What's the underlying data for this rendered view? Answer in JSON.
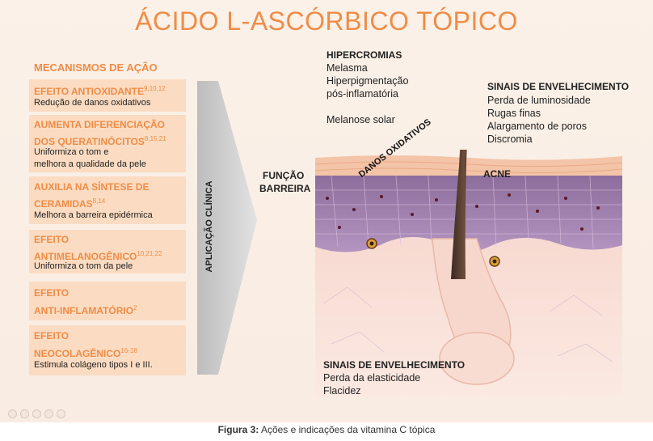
{
  "title": "ÁCIDO L-ASCÓRBICO TÓPICO",
  "mechanisms": {
    "heading": "MECANISMOS DE AÇÃO",
    "items": [
      {
        "title_lines": [
          "EFEITO ANTIOXIDANTE"
        ],
        "refs": "9,10,12",
        "desc_lines": [
          "Redução de danos oxidativos"
        ]
      },
      {
        "title_lines": [
          "AUMENTA DIFERENCIAÇÃO",
          "DOS QUERATINÓCITOS"
        ],
        "refs": "8,15,21",
        "desc_lines": [
          "Uniformiza o tom e",
          "melhora a qualidade da pele"
        ]
      },
      {
        "title_lines": [
          "AUXILIA NA SÍNTESE DE",
          "CERAMIDAS"
        ],
        "refs": "8,14",
        "desc_lines": [
          "Melhora a barreira epidérmica"
        ]
      },
      {
        "title_lines": [
          "EFEITO",
          "ANTIMELANOGÊNICO"
        ],
        "refs": "10,21,22",
        "desc_lines": [
          "Uniformiza o tom da pele"
        ]
      },
      {
        "title_lines": [
          "EFEITO",
          "ANTI-INFLAMATÓRIO"
        ],
        "refs": "2",
        "desc_lines": []
      },
      {
        "title_lines": [
          "EFEITO",
          "NEOCOLAGÊNICO"
        ],
        "refs": "16-18",
        "desc_lines": [
          "Estimula colágeno tipos I e III."
        ]
      }
    ]
  },
  "arrow_label": "APLICAÇÃO CLÍNICA",
  "hipercromias": {
    "heading": "HIPERCROMIAS",
    "items": [
      "Melasma",
      "Hiperpigmentação",
      "pós-inflamatória"
    ],
    "extra": "Melanose solar"
  },
  "aging_top": {
    "heading": "SINAIS DE ENVELHECIMENTO",
    "items": [
      "Perda de luminosidade",
      "Rugas finas",
      "Alargamento de poros",
      "Discromia"
    ]
  },
  "barrier": {
    "lines": [
      "FUNÇÃO",
      "BARREIRA"
    ]
  },
  "oxidative_label": "DANOS OXIDATIVOS",
  "acne_label": "ACNE",
  "aging_bottom": {
    "heading": "SINAIS DE ENVELHECIMENTO",
    "items": [
      "Perda da elasticidade",
      "Flacidez"
    ]
  },
  "caption": {
    "label": "Figura 3:",
    "text": "Ações e indicações da vitamina C tópica"
  },
  "colors": {
    "accent": "#ef8c46",
    "box": "#fbdcc2",
    "arrow": "#cfcfcf"
  }
}
